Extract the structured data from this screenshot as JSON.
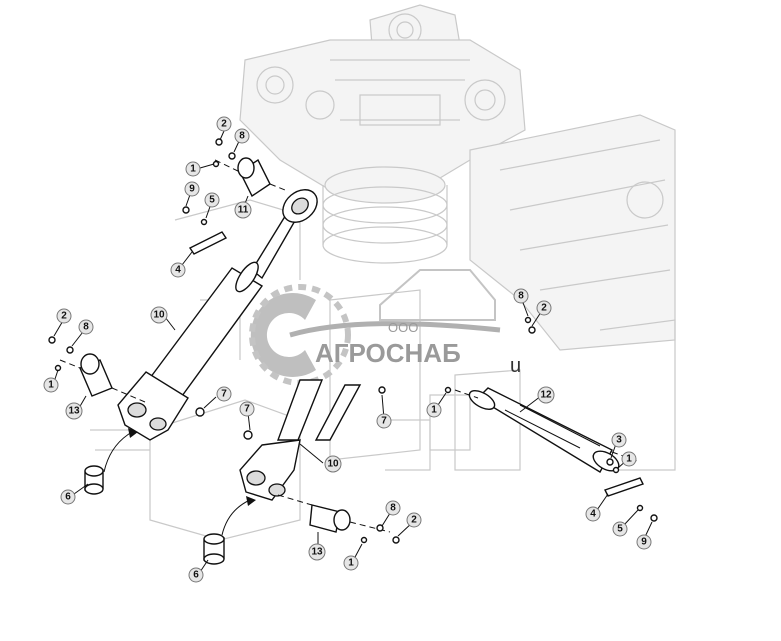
{
  "watermark": {
    "company_prefix": "ООО",
    "company_name": "АГРОСНАБ",
    "suffix": "u",
    "brand_color": "#9a9a9a"
  },
  "callouts": [
    {
      "id": "c2a",
      "label": "2"
    },
    {
      "id": "c8a",
      "label": "8"
    },
    {
      "id": "c1a",
      "label": "1"
    },
    {
      "id": "c9a",
      "label": "9"
    },
    {
      "id": "c5a",
      "label": "5"
    },
    {
      "id": "c11",
      "label": "11"
    },
    {
      "id": "c4a",
      "label": "4"
    },
    {
      "id": "c10a",
      "label": "10"
    },
    {
      "id": "c2b",
      "label": "2"
    },
    {
      "id": "c8b",
      "label": "8"
    },
    {
      "id": "c1b",
      "label": "1"
    },
    {
      "id": "c13a",
      "label": "13"
    },
    {
      "id": "c7a",
      "label": "7"
    },
    {
      "id": "c6a",
      "label": "6"
    },
    {
      "id": "c7b",
      "label": "7"
    },
    {
      "id": "c10b",
      "label": "10"
    },
    {
      "id": "c7c",
      "label": "7"
    },
    {
      "id": "c1c",
      "label": "1"
    },
    {
      "id": "c12",
      "label": "12"
    },
    {
      "id": "c8c",
      "label": "8"
    },
    {
      "id": "c2c",
      "label": "2"
    },
    {
      "id": "c3",
      "label": "3"
    },
    {
      "id": "c1d",
      "label": "1"
    },
    {
      "id": "c4b",
      "label": "4"
    },
    {
      "id": "c5b",
      "label": "5"
    },
    {
      "id": "c9b",
      "label": "9"
    },
    {
      "id": "c8d",
      "label": "8"
    },
    {
      "id": "c2d",
      "label": "2"
    },
    {
      "id": "c13b",
      "label": "13"
    },
    {
      "id": "c1e",
      "label": "1"
    },
    {
      "id": "c6b",
      "label": "6"
    }
  ]
}
